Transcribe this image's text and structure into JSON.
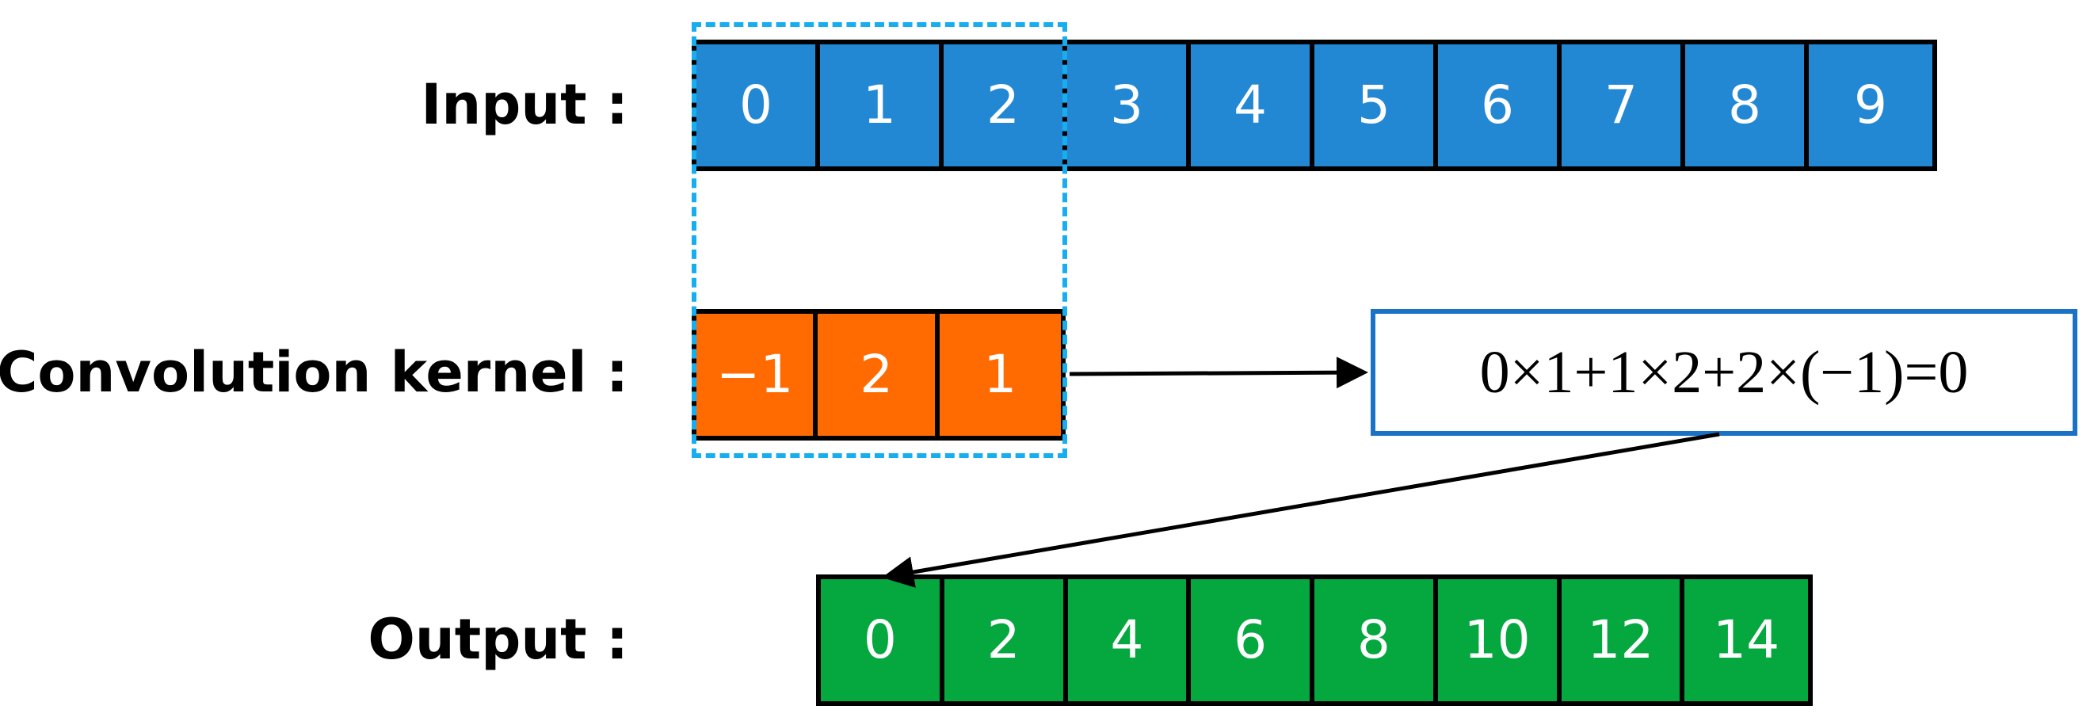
{
  "labels": {
    "input": "Input :",
    "kernel": "Convolution kernel :",
    "output": "Output :"
  },
  "input": [
    "0",
    "1",
    "2",
    "3",
    "4",
    "5",
    "6",
    "7",
    "8",
    "9"
  ],
  "kernel": [
    "−1",
    "2",
    "1"
  ],
  "output": [
    "0",
    "2",
    "4",
    "6",
    "8",
    "10",
    "12",
    "14"
  ],
  "formula": "0×1+1×2+2×(−1)=0",
  "colors": {
    "input_cell": "#2388d4",
    "kernel_cell": "#ff6b00",
    "output_cell": "#05a73f",
    "window_highlight": "#17aef0",
    "formula_border": "#1a72c6"
  }
}
